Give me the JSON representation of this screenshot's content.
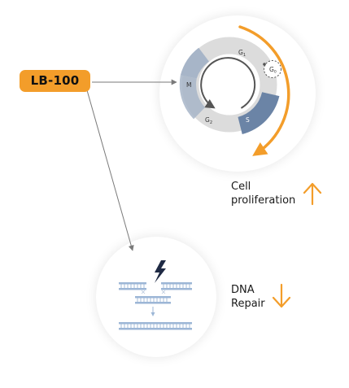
{
  "drug": {
    "label": "LB-100"
  },
  "cell_cycle": {
    "phases": [
      {
        "id": "G1",
        "letter": "G",
        "sub": "1"
      },
      {
        "id": "S",
        "letter": "S",
        "sub": ""
      },
      {
        "id": "G2",
        "letter": "G",
        "sub": "2"
      },
      {
        "id": "M",
        "letter": "M",
        "sub": ""
      },
      {
        "id": "G0",
        "letter": "G",
        "sub": "0"
      }
    ]
  },
  "effects": {
    "proliferation": {
      "line1": "Cell",
      "line2": "proliferation",
      "direction": "up",
      "arrow_icon": "arrow-up-icon"
    },
    "dna_repair": {
      "line1": "DNA",
      "line2": "Repair",
      "direction": "down",
      "arrow_icon": "arrow-down-icon"
    }
  },
  "icons": {
    "damage": "lightning-bolt-icon"
  },
  "colors": {
    "accent_orange": "#f39d2a",
    "ring_grey": "#dcdcdc",
    "phase_blue_dark": "#6b84a6",
    "phase_blue_light": "#a7b5c8",
    "dna_blue": "#9cb6d6",
    "bolt_navy": "#1f2a44",
    "connector_grey": "#7a7a7a"
  }
}
